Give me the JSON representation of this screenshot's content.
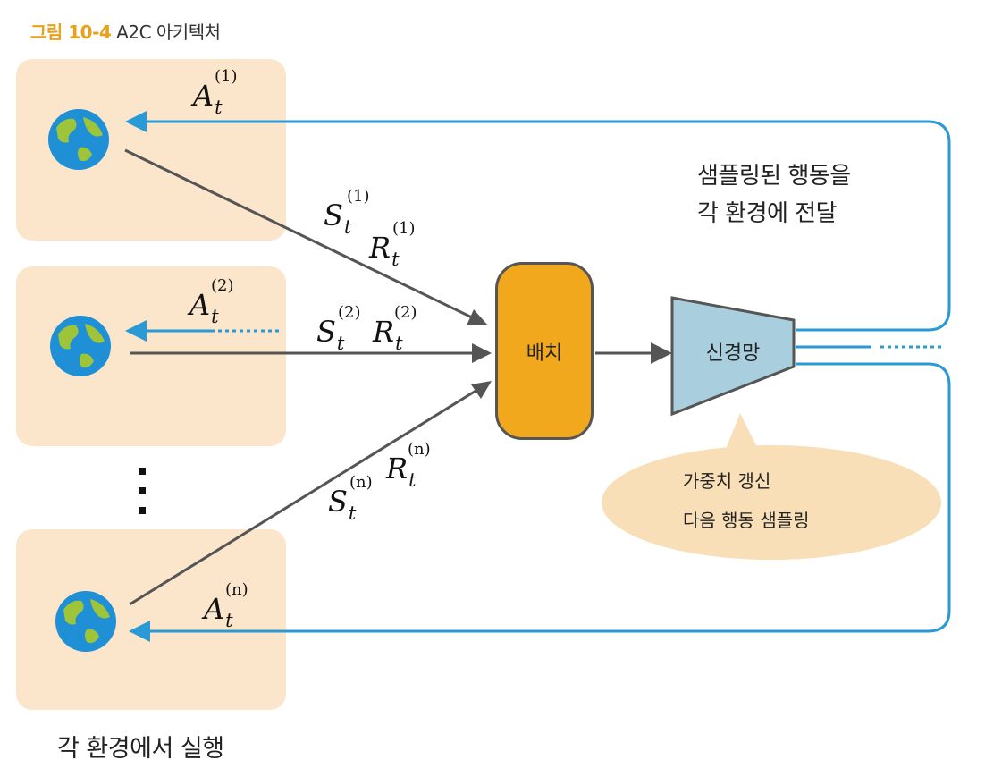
{
  "caption": {
    "figure_number": "그림 10-4",
    "title": "A2C 아키텍처"
  },
  "environments": {
    "label": "각 환경에서 실행",
    "items": [
      {
        "action": "A",
        "action_index": "(1)",
        "state": "S",
        "state_index": "(1)",
        "reward": "R",
        "reward_index": "(1)"
      },
      {
        "action": "A",
        "action_index": "(2)",
        "state": "S",
        "state_index": "(2)",
        "reward": "R",
        "reward_index": "(2)"
      },
      {
        "action": "A",
        "action_index": "(n)",
        "state": "S",
        "state_index": "(n)",
        "reward": "R",
        "reward_index": "(n)"
      }
    ],
    "time_subscript": "t"
  },
  "batch": {
    "label": "배치"
  },
  "network": {
    "label": "신경망"
  },
  "dispatch_note": {
    "line1": "샘플링된 행동을",
    "line2": "각 환경에 전달"
  },
  "update_bubble": {
    "line1": "가중치 갱신",
    "line2": "다음 행동 샘플링"
  },
  "colors": {
    "env_box": "#fbe6cb",
    "batch": "#f2a81d",
    "network": "#a9cfdf",
    "bubble": "#f8dfb8",
    "action_arrow": "#2a9ad6",
    "state_arrow": "#555555",
    "caption_accent": "#e8a11b"
  },
  "icons": {
    "environment": "globe-icon"
  }
}
